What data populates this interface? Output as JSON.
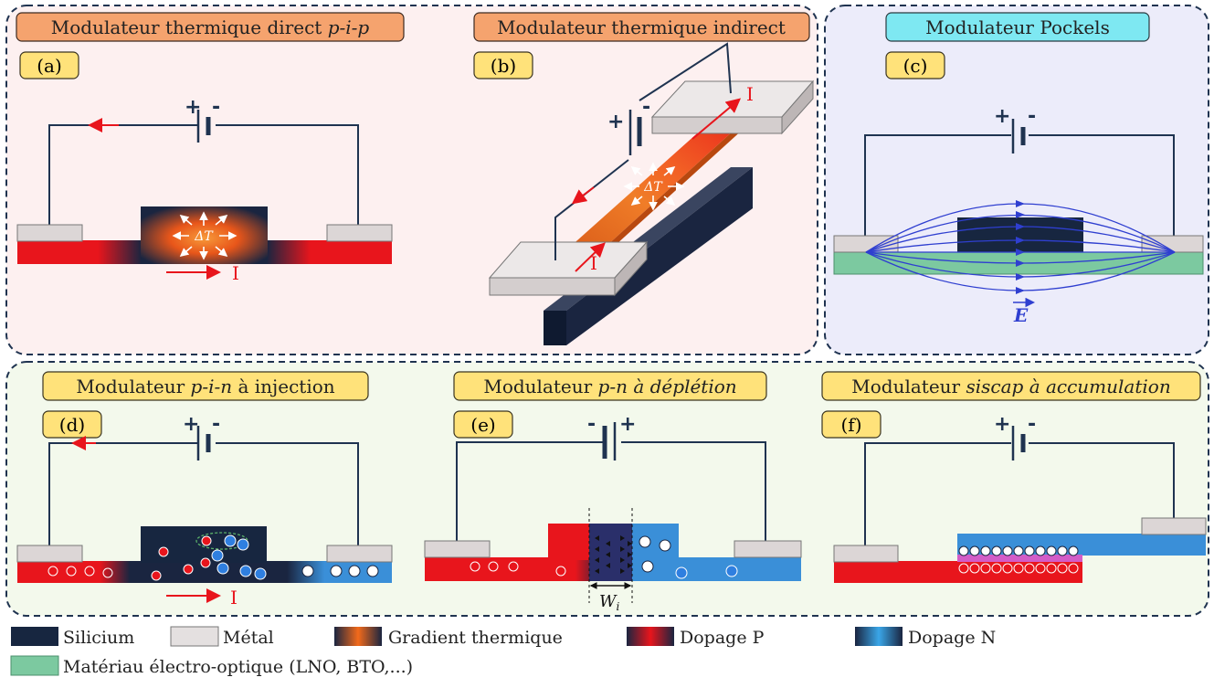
{
  "panels": {
    "a": {
      "title": "Modulateur thermique direct",
      "title_italic": "p-i-p",
      "tag": "(a)",
      "delta": "ΔT",
      "current": "I",
      "plus": "+",
      "minus": "-"
    },
    "b": {
      "title": "Modulateur thermique indirect",
      "tag": "(b)",
      "delta": "ΔT",
      "current_top": "I",
      "current_bottom": "I",
      "plus": "+",
      "minus": "-"
    },
    "c": {
      "title": "Modulateur Pockels",
      "tag": "(c)",
      "field": "E",
      "plus": "+",
      "minus": "-"
    },
    "d": {
      "title_pre": "Modulateur",
      "title_italic": "p-i-n",
      "title_post": "à injection",
      "tag": "(d)",
      "current": "I",
      "plus": "+",
      "minus": "-"
    },
    "e": {
      "title_pre": "Modulateur",
      "title_italic": "p-n à déplétion",
      "tag": "(e)",
      "width_label": "W",
      "width_sub": "i",
      "plus": "+",
      "minus": "-"
    },
    "f": {
      "title_pre": "Modulateur",
      "title_italic": "siscap à accumulation",
      "tag": "(f)",
      "plus": "+",
      "minus": "-"
    }
  },
  "legend": [
    {
      "label": "Silicium",
      "color": "#172640"
    },
    {
      "label": "Métal",
      "color": "#e4e0e0"
    },
    {
      "label": "Gradient thermique",
      "color": "#f26a1b"
    },
    {
      "label": "Dopage P",
      "color": "#e8151c"
    },
    {
      "label": "Dopage N",
      "color": "#3a8fd8"
    },
    {
      "label": "Matériau électro-optique (LNO, BTO,...)",
      "color": "#7cc9a0"
    }
  ],
  "colors": {
    "silicon": "#172640",
    "metal": "#dcd6d6",
    "p_doping": "#e8151c",
    "n_doping": "#3a8fd8",
    "eo_material": "#7cc9a0",
    "wire": "#1f3350",
    "field_lines": "#2f3fd0",
    "title_orange": "#f5a36e",
    "title_cyan": "#7ee8f2",
    "title_yellow": "#ffe27a"
  }
}
